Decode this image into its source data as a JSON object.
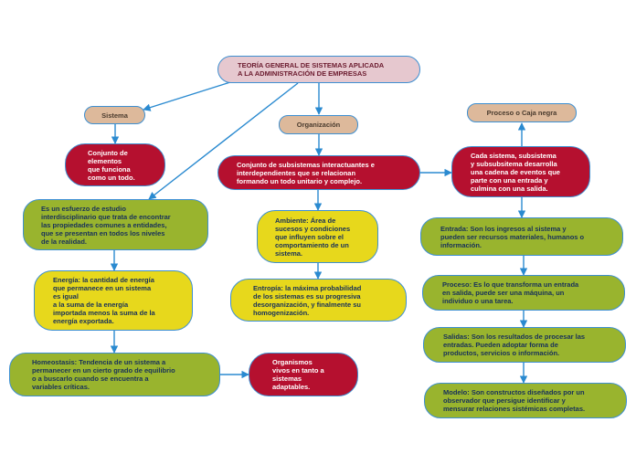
{
  "root": {
    "text": "TEORÍA GENERAL DE SISTEMAS APLICADA\nA LA ADMINISTRACIÓN DE EMPRESAS"
  },
  "sistema": {
    "label": "Sistema",
    "definicion": "Conjunto de\nelementos\nque funciona\ncomo un todo.",
    "esfuerzo": "Es un esfuerzo de estudio\ninterdisciplinario que trata de encontrar\nlas propiedades comunes a entidades,\nque se presentan en todos los niveles\nde la realidad.",
    "energia": "Energía: la cantidad de energía\nque permanece en un sistema\nes igual\na la suma de la energía\nimportada menos la suma de la\nenergía exportada.",
    "homeostasis": "Homeostasis: Tendencia de un sistema a\npermanecer en un cierto grado de equilibrio\no a buscarlo cuando se encuentra a\nvariables críticas.",
    "organismos": "Organismos\nvivos en tanto a\nsistemas\nadaptables."
  },
  "organizacion": {
    "label": "Organización",
    "definicion": "Conjunto de subsistemas interactuantes e\ninterdependientes que se relacionan\nformando un todo unitario y complejo.",
    "ambiente": "Ambiente: Área de\nsucesos y condiciones\nque influyen sobre el\ncomportamiento de un\nsistema.",
    "entropia": "Entropía: la máxima probabilidad\nde los sistemas es su progresiva\ndesorganización, y finalmente su\nhomogenización."
  },
  "proceso": {
    "label": "Proceso o Caja negra",
    "cada": "Cada sistema, subsistema\ny subsubsitema desarrolla\nuna cadena de eventos que\nparte con una entrada y\nculmina con una salida.",
    "entrada": "Entrada: Son los ingresos al sistema y\npueden ser recursos materiales, humanos o\ninformación.",
    "proceso": "Proceso: Es lo que transforma un entrada\nen salida, puede ser una máquina, un\nindividuo o una tarea.",
    "salidas": "Salidas: Son los resultados de procesar las\nentradas. Pueden adoptar forma de\nproductos, servicios o información.",
    "modelo": "Modelo: Son constructos diseñados por un\nobservador que persigue identificar y\nmensurar relaciones sistémicas completas."
  },
  "colors": {
    "edge": "#2a8ad0",
    "root": "#e6c8cf",
    "category": "#ddb99b",
    "red": "#b5102f",
    "green": "#99b42e",
    "yellow": "#e7d81c"
  }
}
